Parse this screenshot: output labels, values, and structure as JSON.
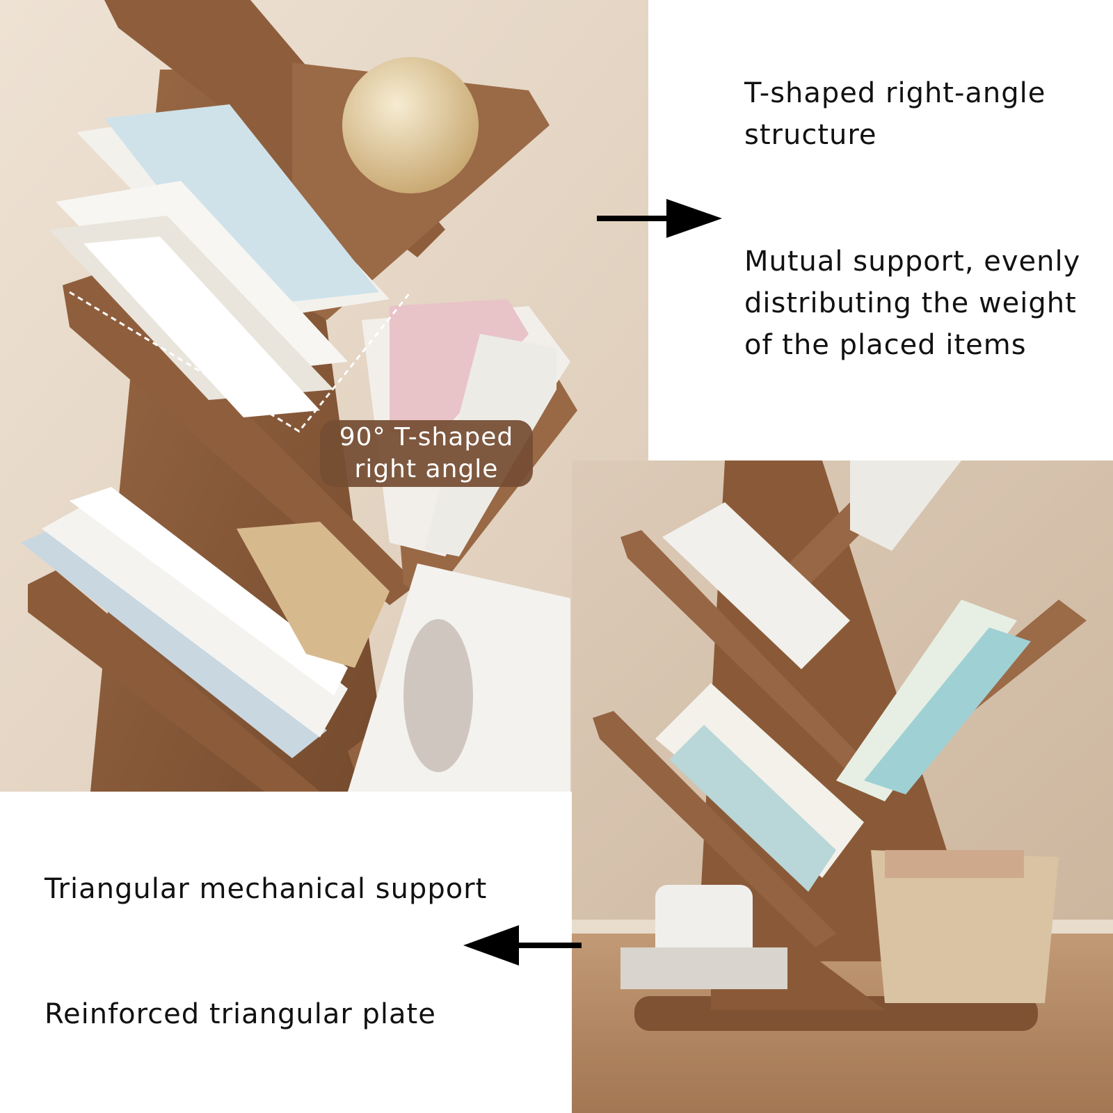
{
  "captions": {
    "t_shaped_structure": "T-shaped right-angle structure",
    "mutual_support": "Mutual support, evenly distributing the weight of the placed items",
    "triangular_support": "Triangular mechanical support",
    "reinforced_plate": "Reinforced triangular plate"
  },
  "badge": {
    "line1": "90° T-shaped",
    "line2": "right angle"
  },
  "colors": {
    "wood": "#8a5a3a",
    "wood_dark": "#6b4328",
    "wall": "#e6d8c8",
    "floor": "#b78c68",
    "badge": "#754e33"
  },
  "icons": [
    "arrow-right-icon",
    "arrow-left-icon"
  ]
}
